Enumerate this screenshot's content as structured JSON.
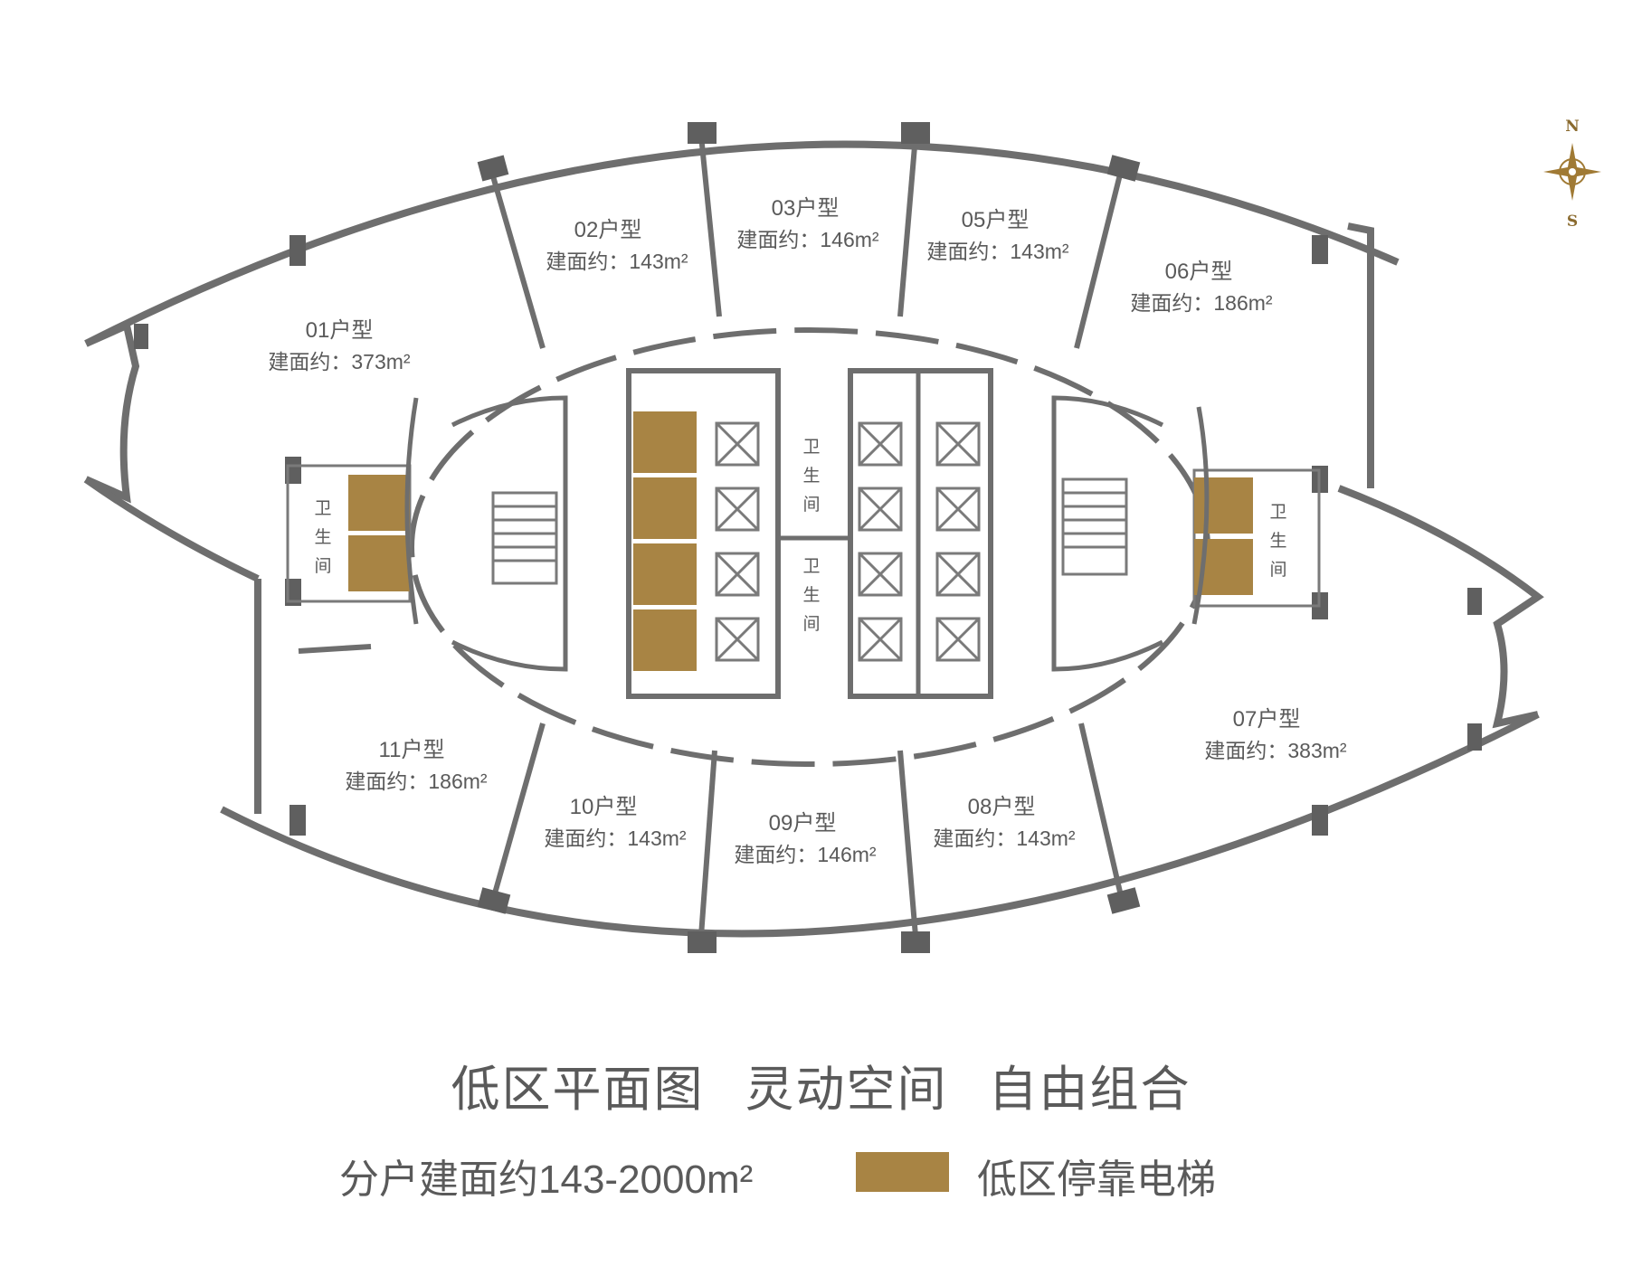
{
  "units": [
    {
      "id": "u01",
      "name": "01户型",
      "area": "建面约：373m²"
    },
    {
      "id": "u02",
      "name": "02户型",
      "area": "建面约：143m²"
    },
    {
      "id": "u03",
      "name": "03户型",
      "area": "建面约：146m²"
    },
    {
      "id": "u05",
      "name": "05户型",
      "area": "建面约：143m²"
    },
    {
      "id": "u06",
      "name": "06户型",
      "area": "建面约：186m²"
    },
    {
      "id": "u07",
      "name": "07户型",
      "area": "建面约：383m²"
    },
    {
      "id": "u08",
      "name": "08户型",
      "area": "建面约：143m²"
    },
    {
      "id": "u09",
      "name": "09户型",
      "area": "建面约：146m²"
    },
    {
      "id": "u10",
      "name": "10户型",
      "area": "建面约：143m²"
    },
    {
      "id": "u11",
      "name": "11户型",
      "area": "建面约：186m²"
    }
  ],
  "restroom_chars": [
    "卫",
    "生",
    "间"
  ],
  "compass": {
    "north": "N",
    "south": "S"
  },
  "caption": {
    "title_parts": [
      "低区平面图",
      "灵动空间",
      "自由组合"
    ],
    "area_range": "分户建面约143-2000m²",
    "legend_label": "低区停靠电梯"
  },
  "colors": {
    "low_zone_elevator": "#a88444",
    "wall": "#6e6e6e",
    "text": "#5a5a5a"
  }
}
